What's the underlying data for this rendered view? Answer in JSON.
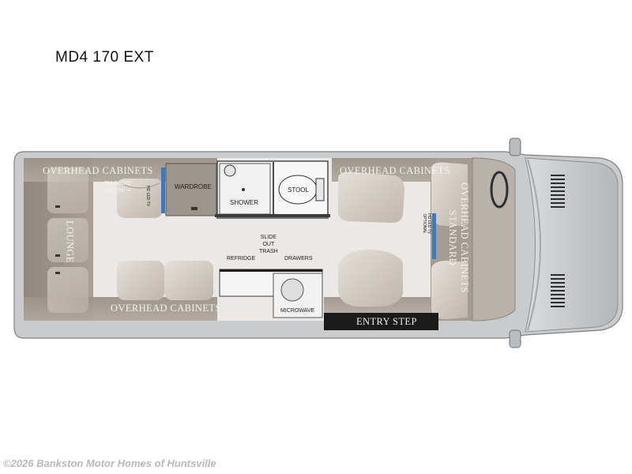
{
  "title": "MD4 170 EXT",
  "labels": {
    "overhead_top_left": "OVERHEAD CABINETS",
    "overhead_top_right": "OVERHEAD CABINETS",
    "overhead_bottom": "OVERHEAD CABINETS",
    "overhead_standard_line1": "OVERHEAD CABINETS",
    "overhead_standard_line2": "STANDARD",
    "lounge": "LOUNGE",
    "fm_radio_line1": "FM RADIO",
    "fm_radio_line2": "BELOW",
    "wardrobe": "WARDROBE",
    "shower": "SHOWER",
    "stool": "STOOL",
    "hd_led_tv": "HD LED TV",
    "hd_led_tv_optional_line1": "HD LED TV",
    "hd_led_tv_optional_line2": "OPTIONAL",
    "slide_out_trash_line1": "SLIDE",
    "slide_out_trash_line2": "OUT",
    "slide_out_trash_line3": "TRASH",
    "refridge": "REFRIDGE",
    "drawers": "DRAWERS",
    "microwave": "MICROWAVE",
    "entry_step": "ENTRY STEP"
  },
  "footer": "©2026 Bankston Motor Homes of Huntsville",
  "colors": {
    "cabinet_taupe": "#a39a90",
    "floor_light": "#ebe8e6",
    "body_gray": "#cfd1d3",
    "seat_tan": "#d9d2ca",
    "step_black": "#1a1a1a",
    "tv_blue": "#3a78c8"
  }
}
